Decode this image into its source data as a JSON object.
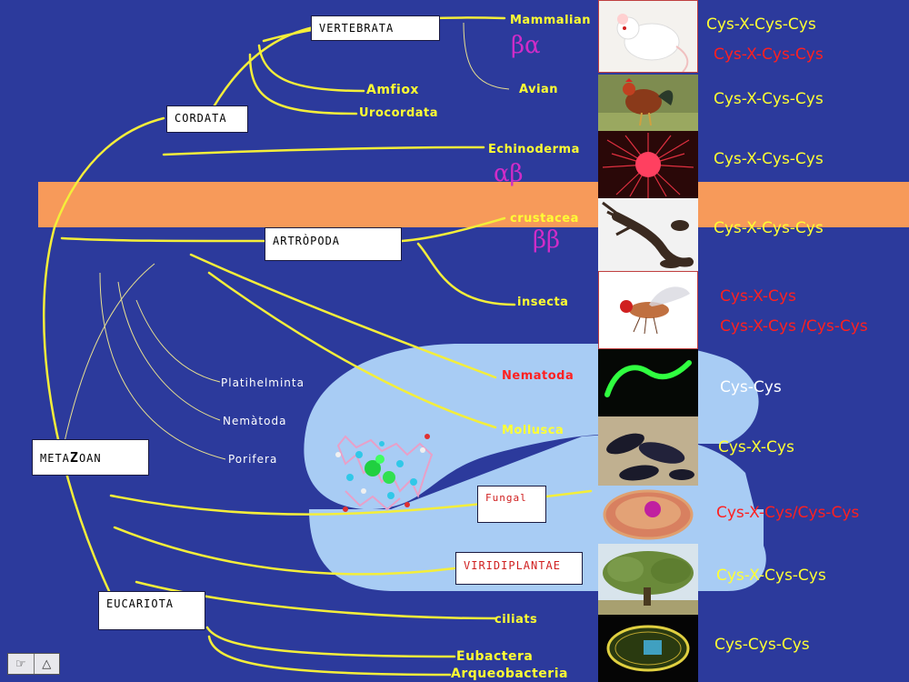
{
  "colors": {
    "background": "#2c3a9c",
    "branch": "#f4ee3a",
    "thin_branch": "#e8e090",
    "orange_band": "#f79a5a",
    "blue_region": "#a8ccf4",
    "motif_yellow": "#ffff33",
    "motif_red": "#ff2020",
    "motif_white": "#ffffff",
    "greek_magenta": "#d02cc8"
  },
  "boxes": {
    "vertebrata": "VERTEBRATA",
    "cordata": "CORDATA",
    "artropoda": "ARTRÒPODA",
    "metazoan_pre": "META",
    "metazoan_z": "Z",
    "metazoan_post": "OAN",
    "fungal": "Fungal",
    "viridiplantae": "VIRIDIPLANTAE",
    "eucariota": "EUCARIOTA"
  },
  "taxa": {
    "mammalian": "Mammalian",
    "avian": "Avian",
    "amfiox": "Amfiox",
    "urocordata": "Urocordata",
    "echinoderma": "Echinoderma",
    "crustacea": "crustacea",
    "insecta": "insecta",
    "nematoda": "Nematoda",
    "mollusca": "Mollusca",
    "ciliats": "ciliats",
    "eubactera": "Eubactera",
    "arqueobacteria": "Arqueobacteria",
    "platihelminta": "Platihelminta",
    "nematoda_small": "Nemàtoda",
    "porifera": "Porifera"
  },
  "greek": {
    "mammalian": "βα",
    "echinoderma": "αβ",
    "crustacea": "ββ"
  },
  "motifs": [
    {
      "text": "Cys-X-Cys-Cys",
      "color": "yellow"
    },
    {
      "text": "Cys-X-Cys-Cys",
      "color": "red"
    },
    {
      "text": "Cys-X-Cys-Cys",
      "color": "yellow"
    },
    {
      "text": "Cys-X-Cys-Cys",
      "color": "yellow"
    },
    {
      "text": "Cys-X-Cys-Cys",
      "color": "yellow"
    },
    {
      "text": "Cys-X-Cys",
      "color": "red"
    },
    {
      "text": "Cys-X-Cys /Cys-Cys",
      "color": "red"
    },
    {
      "text": "Cys-Cys",
      "color": "white"
    },
    {
      "text": "Cys-X-Cys",
      "color": "yellow"
    },
    {
      "text": "Cys-X-Cys/Cys-Cys",
      "color": "red"
    },
    {
      "text": "Cys-X-Cys-Cys",
      "color": "yellow"
    },
    {
      "text": "Cys-Cys-Cys",
      "color": "yellow"
    }
  ],
  "photos": [
    {
      "icon": "white-mouse-photo"
    },
    {
      "icon": "rooster-photo"
    },
    {
      "icon": "sea-urchin-photo"
    },
    {
      "icon": "crayfish-photo"
    },
    {
      "icon": "fruit-fly-photo"
    },
    {
      "icon": "green-nematode-photo"
    },
    {
      "icon": "mussels-photo"
    },
    {
      "icon": "fungal-cell-photo"
    },
    {
      "icon": "oak-tree-photo"
    },
    {
      "icon": "ciliate-photo"
    }
  ],
  "nav": {
    "left_icon": "hand-pointer-icon",
    "right_icon": "mountain-shape-icon"
  }
}
